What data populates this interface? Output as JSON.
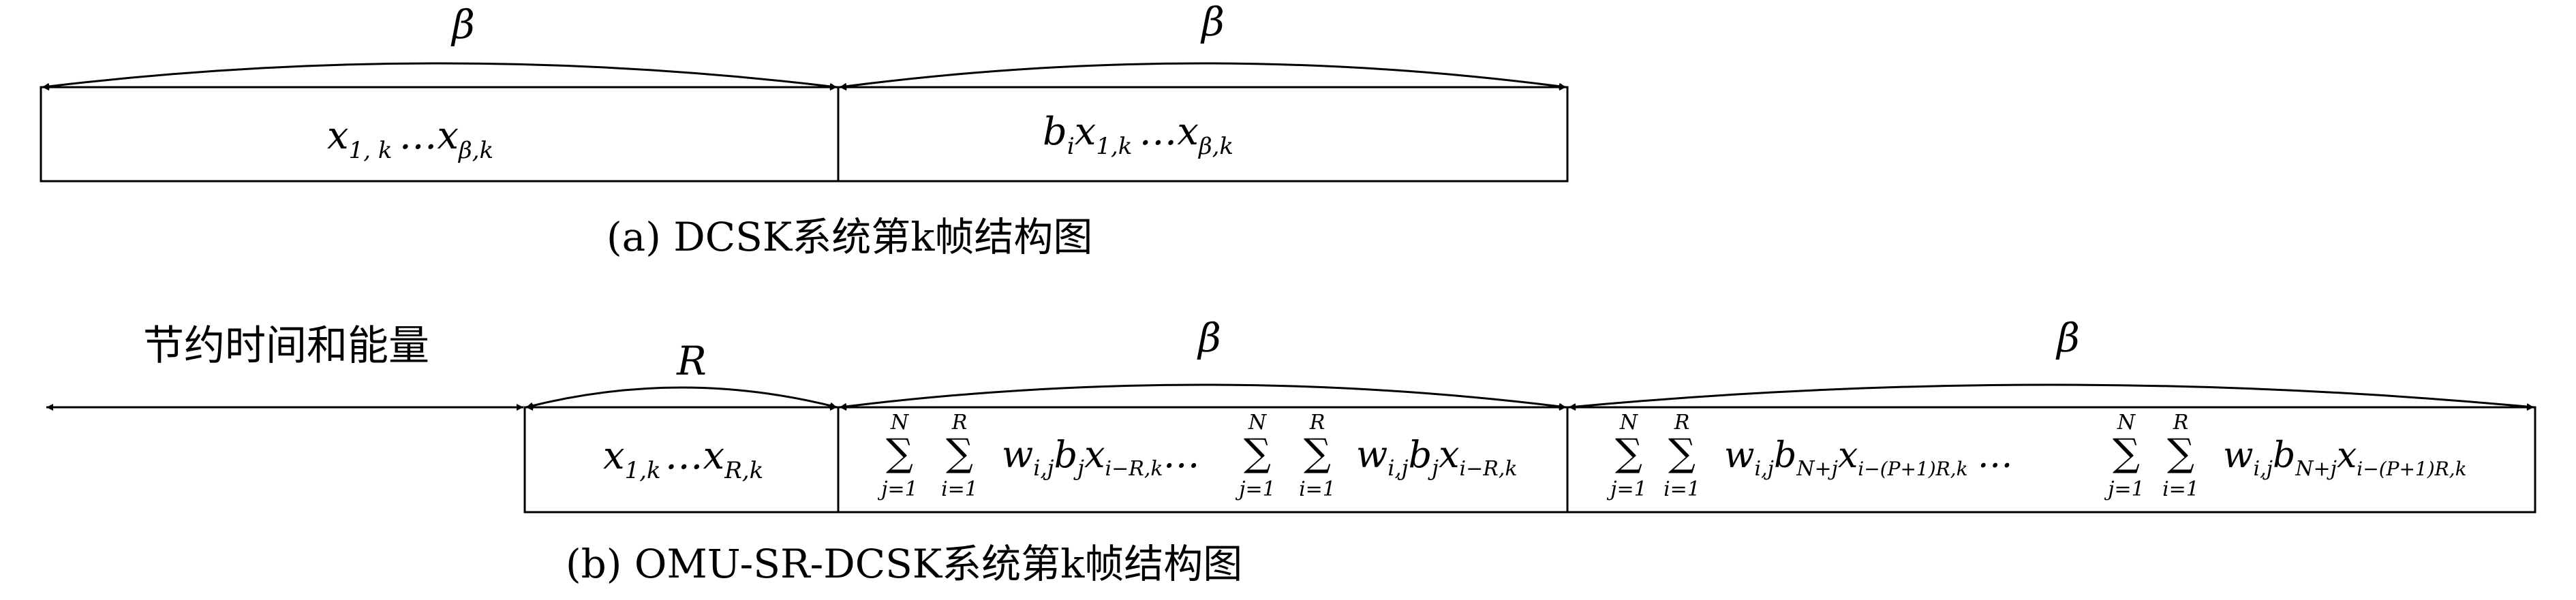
{
  "figure_a": {
    "caption": "(a) DCSK系统第k帧结构图",
    "span_labels": [
      "β",
      "β"
    ],
    "segments": [
      {
        "text": "x",
        "sub_start": "1, k",
        "dots": "…",
        "text2": "x",
        "sub_end": "β,k"
      },
      {
        "prefix": "b",
        "prefix_sub": "i",
        "text": "x",
        "sub_start": "1,k",
        "dots": "…",
        "text2": "x",
        "sub_end": "β,k"
      }
    ]
  },
  "figure_b": {
    "caption": "(b) OMU-SR-DCSK系统第k帧结构图",
    "saving_label": "节约时间和能量",
    "span_labels": [
      "R",
      "β",
      "β"
    ],
    "segment1": {
      "text": "x",
      "sub_start": "1,k",
      "dots": "…",
      "text2": "x",
      "sub_end": "R,k"
    },
    "sum": {
      "sym": "∑",
      "upper_N": "N",
      "upper_R": "R",
      "lower_j": "j=1",
      "lower_i": "i=1"
    },
    "segment2": {
      "w": "w",
      "w_sub": "i,j",
      "b": "b",
      "b_sub": "j",
      "x": "x",
      "x_sub": "i−R,k",
      "dots": "…"
    },
    "segment3": {
      "w": "w",
      "w_sub": "i,j",
      "b": "b",
      "b_sub": "N+j",
      "x": "x",
      "x_sub": "i−(P+1)R,k",
      "dots": "…"
    }
  }
}
